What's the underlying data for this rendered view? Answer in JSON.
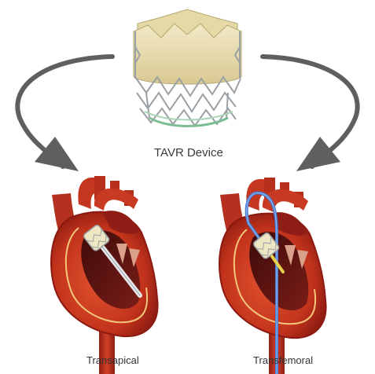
{
  "labels": {
    "device": "TAVR Device",
    "left_approach": "Transapical",
    "right_approach": "Transfemoral"
  },
  "colors": {
    "arrow": "#5f5f5f",
    "valve_cuff": "#e8dcae",
    "stent_frame": "#9aa0a4",
    "heart_muscle": "#c7361f",
    "heart_dark": "#7a1410",
    "chamber": "#5c1412",
    "vessel": "#b5301f",
    "catheter_left": "#e4e6ea",
    "catheter_right": "#4a7ad0",
    "catheter_tip": "#e8d24a"
  },
  "icons": {
    "top": "tavr-valve-stent-icon",
    "left": "heart-transapical-cross-section-icon",
    "right": "heart-transfemoral-cross-section-icon",
    "arrows": "curved-arrow-icon"
  }
}
